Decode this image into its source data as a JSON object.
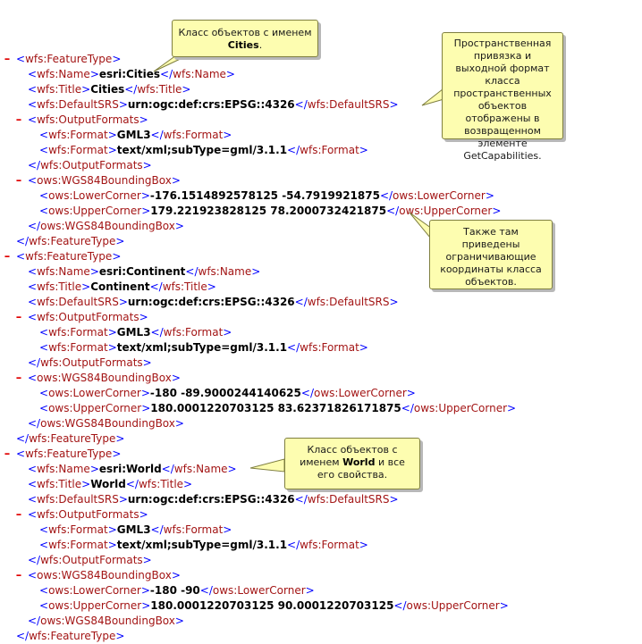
{
  "toggle_glyph": "–",
  "lines": [
    {
      "indent": 0,
      "toggle": true,
      "parts": [
        [
          "b",
          "<"
        ],
        [
          "t",
          "wfs:FeatureType"
        ],
        [
          "b",
          ">"
        ]
      ]
    },
    {
      "indent": 1,
      "toggle": false,
      "parts": [
        [
          "b",
          "<"
        ],
        [
          "t",
          "wfs:Name"
        ],
        [
          "b",
          ">"
        ],
        [
          "v",
          "esri:Cities"
        ],
        [
          "b",
          "</"
        ],
        [
          "t",
          "wfs:Name"
        ],
        [
          "b",
          ">"
        ]
      ]
    },
    {
      "indent": 1,
      "toggle": false,
      "parts": [
        [
          "b",
          "<"
        ],
        [
          "t",
          "wfs:Title"
        ],
        [
          "b",
          ">"
        ],
        [
          "v",
          "Cities"
        ],
        [
          "b",
          "</"
        ],
        [
          "t",
          "wfs:Title"
        ],
        [
          "b",
          ">"
        ]
      ]
    },
    {
      "indent": 1,
      "toggle": false,
      "parts": [
        [
          "b",
          "<"
        ],
        [
          "t",
          "wfs:DefaultSRS"
        ],
        [
          "b",
          ">"
        ],
        [
          "v",
          "urn:ogc:def:crs:EPSG::4326"
        ],
        [
          "b",
          "</"
        ],
        [
          "t",
          "wfs:DefaultSRS"
        ],
        [
          "b",
          ">"
        ]
      ]
    },
    {
      "indent": 1,
      "toggle": true,
      "parts": [
        [
          "b",
          "<"
        ],
        [
          "t",
          "wfs:OutputFormats"
        ],
        [
          "b",
          ">"
        ]
      ]
    },
    {
      "indent": 2,
      "toggle": false,
      "parts": [
        [
          "b",
          "<"
        ],
        [
          "t",
          "wfs:Format"
        ],
        [
          "b",
          ">"
        ],
        [
          "v",
          "GML3"
        ],
        [
          "b",
          "</"
        ],
        [
          "t",
          "wfs:Format"
        ],
        [
          "b",
          ">"
        ]
      ]
    },
    {
      "indent": 2,
      "toggle": false,
      "parts": [
        [
          "b",
          "<"
        ],
        [
          "t",
          "wfs:Format"
        ],
        [
          "b",
          ">"
        ],
        [
          "v",
          "text/xml;subType=gml/3.1.1"
        ],
        [
          "b",
          "</"
        ],
        [
          "t",
          "wfs:Format"
        ],
        [
          "b",
          ">"
        ]
      ]
    },
    {
      "indent": 1,
      "toggle": false,
      "parts": [
        [
          "b",
          "</"
        ],
        [
          "t",
          "wfs:OutputFormats"
        ],
        [
          "b",
          ">"
        ]
      ]
    },
    {
      "indent": 1,
      "toggle": true,
      "parts": [
        [
          "b",
          "<"
        ],
        [
          "t",
          "ows:WGS84BoundingBox"
        ],
        [
          "b",
          ">"
        ]
      ]
    },
    {
      "indent": 2,
      "toggle": false,
      "parts": [
        [
          "b",
          "<"
        ],
        [
          "t",
          "ows:LowerCorner"
        ],
        [
          "b",
          ">"
        ],
        [
          "v",
          "-176.1514892578125 -54.7919921875"
        ],
        [
          "b",
          "</"
        ],
        [
          "t",
          "ows:LowerCorner"
        ],
        [
          "b",
          ">"
        ]
      ]
    },
    {
      "indent": 2,
      "toggle": false,
      "parts": [
        [
          "b",
          "<"
        ],
        [
          "t",
          "ows:UpperCorner"
        ],
        [
          "b",
          ">"
        ],
        [
          "v",
          "179.221923828125 78.2000732421875"
        ],
        [
          "b",
          "</"
        ],
        [
          "t",
          "ows:UpperCorner"
        ],
        [
          "b",
          ">"
        ]
      ]
    },
    {
      "indent": 1,
      "toggle": false,
      "parts": [
        [
          "b",
          "</"
        ],
        [
          "t",
          "ows:WGS84BoundingBox"
        ],
        [
          "b",
          ">"
        ]
      ]
    },
    {
      "indent": 0,
      "toggle": false,
      "parts": [
        [
          "b",
          "</"
        ],
        [
          "t",
          "wfs:FeatureType"
        ],
        [
          "b",
          ">"
        ]
      ]
    },
    {
      "indent": 0,
      "toggle": true,
      "parts": [
        [
          "b",
          "<"
        ],
        [
          "t",
          "wfs:FeatureType"
        ],
        [
          "b",
          ">"
        ]
      ]
    },
    {
      "indent": 1,
      "toggle": false,
      "parts": [
        [
          "b",
          "<"
        ],
        [
          "t",
          "wfs:Name"
        ],
        [
          "b",
          ">"
        ],
        [
          "v",
          "esri:Continent"
        ],
        [
          "b",
          "</"
        ],
        [
          "t",
          "wfs:Name"
        ],
        [
          "b",
          ">"
        ]
      ]
    },
    {
      "indent": 1,
      "toggle": false,
      "parts": [
        [
          "b",
          "<"
        ],
        [
          "t",
          "wfs:Title"
        ],
        [
          "b",
          ">"
        ],
        [
          "v",
          "Continent"
        ],
        [
          "b",
          "</"
        ],
        [
          "t",
          "wfs:Title"
        ],
        [
          "b",
          ">"
        ]
      ]
    },
    {
      "indent": 1,
      "toggle": false,
      "parts": [
        [
          "b",
          "<"
        ],
        [
          "t",
          "wfs:DefaultSRS"
        ],
        [
          "b",
          ">"
        ],
        [
          "v",
          "urn:ogc:def:crs:EPSG::4326"
        ],
        [
          "b",
          "</"
        ],
        [
          "t",
          "wfs:DefaultSRS"
        ],
        [
          "b",
          ">"
        ]
      ]
    },
    {
      "indent": 1,
      "toggle": true,
      "parts": [
        [
          "b",
          "<"
        ],
        [
          "t",
          "wfs:OutputFormats"
        ],
        [
          "b",
          ">"
        ]
      ]
    },
    {
      "indent": 2,
      "toggle": false,
      "parts": [
        [
          "b",
          "<"
        ],
        [
          "t",
          "wfs:Format"
        ],
        [
          "b",
          ">"
        ],
        [
          "v",
          "GML3"
        ],
        [
          "b",
          "</"
        ],
        [
          "t",
          "wfs:Format"
        ],
        [
          "b",
          ">"
        ]
      ]
    },
    {
      "indent": 2,
      "toggle": false,
      "parts": [
        [
          "b",
          "<"
        ],
        [
          "t",
          "wfs:Format"
        ],
        [
          "b",
          ">"
        ],
        [
          "v",
          "text/xml;subType=gml/3.1.1"
        ],
        [
          "b",
          "</"
        ],
        [
          "t",
          "wfs:Format"
        ],
        [
          "b",
          ">"
        ]
      ]
    },
    {
      "indent": 1,
      "toggle": false,
      "parts": [
        [
          "b",
          "</"
        ],
        [
          "t",
          "wfs:OutputFormats"
        ],
        [
          "b",
          ">"
        ]
      ]
    },
    {
      "indent": 1,
      "toggle": true,
      "parts": [
        [
          "b",
          "<"
        ],
        [
          "t",
          "ows:WGS84BoundingBox"
        ],
        [
          "b",
          ">"
        ]
      ]
    },
    {
      "indent": 2,
      "toggle": false,
      "parts": [
        [
          "b",
          "<"
        ],
        [
          "t",
          "ows:LowerCorner"
        ],
        [
          "b",
          ">"
        ],
        [
          "v",
          "-180 -89.9000244140625"
        ],
        [
          "b",
          "</"
        ],
        [
          "t",
          "ows:LowerCorner"
        ],
        [
          "b",
          ">"
        ]
      ]
    },
    {
      "indent": 2,
      "toggle": false,
      "parts": [
        [
          "b",
          "<"
        ],
        [
          "t",
          "ows:UpperCorner"
        ],
        [
          "b",
          ">"
        ],
        [
          "v",
          "180.0001220703125 83.62371826171875"
        ],
        [
          "b",
          "</"
        ],
        [
          "t",
          "ows:UpperCorner"
        ],
        [
          "b",
          ">"
        ]
      ]
    },
    {
      "indent": 1,
      "toggle": false,
      "parts": [
        [
          "b",
          "</"
        ],
        [
          "t",
          "ows:WGS84BoundingBox"
        ],
        [
          "b",
          ">"
        ]
      ]
    },
    {
      "indent": 0,
      "toggle": false,
      "parts": [
        [
          "b",
          "</"
        ],
        [
          "t",
          "wfs:FeatureType"
        ],
        [
          "b",
          ">"
        ]
      ]
    },
    {
      "indent": 0,
      "toggle": true,
      "parts": [
        [
          "b",
          "<"
        ],
        [
          "t",
          "wfs:FeatureType"
        ],
        [
          "b",
          ">"
        ]
      ]
    },
    {
      "indent": 1,
      "toggle": false,
      "parts": [
        [
          "b",
          "<"
        ],
        [
          "t",
          "wfs:Name"
        ],
        [
          "b",
          ">"
        ],
        [
          "v",
          "esri:World"
        ],
        [
          "b",
          "</"
        ],
        [
          "t",
          "wfs:Name"
        ],
        [
          "b",
          ">"
        ]
      ]
    },
    {
      "indent": 1,
      "toggle": false,
      "parts": [
        [
          "b",
          "<"
        ],
        [
          "t",
          "wfs:Title"
        ],
        [
          "b",
          ">"
        ],
        [
          "v",
          "World"
        ],
        [
          "b",
          "</"
        ],
        [
          "t",
          "wfs:Title"
        ],
        [
          "b",
          ">"
        ]
      ]
    },
    {
      "indent": 1,
      "toggle": false,
      "parts": [
        [
          "b",
          "<"
        ],
        [
          "t",
          "wfs:DefaultSRS"
        ],
        [
          "b",
          ">"
        ],
        [
          "v",
          "urn:ogc:def:crs:EPSG::4326"
        ],
        [
          "b",
          "</"
        ],
        [
          "t",
          "wfs:DefaultSRS"
        ],
        [
          "b",
          ">"
        ]
      ]
    },
    {
      "indent": 1,
      "toggle": true,
      "parts": [
        [
          "b",
          "<"
        ],
        [
          "t",
          "wfs:OutputFormats"
        ],
        [
          "b",
          ">"
        ]
      ]
    },
    {
      "indent": 2,
      "toggle": false,
      "parts": [
        [
          "b",
          "<"
        ],
        [
          "t",
          "wfs:Format"
        ],
        [
          "b",
          ">"
        ],
        [
          "v",
          "GML3"
        ],
        [
          "b",
          "</"
        ],
        [
          "t",
          "wfs:Format"
        ],
        [
          "b",
          ">"
        ]
      ]
    },
    {
      "indent": 2,
      "toggle": false,
      "parts": [
        [
          "b",
          "<"
        ],
        [
          "t",
          "wfs:Format"
        ],
        [
          "b",
          ">"
        ],
        [
          "v",
          "text/xml;subType=gml/3.1.1"
        ],
        [
          "b",
          "</"
        ],
        [
          "t",
          "wfs:Format"
        ],
        [
          "b",
          ">"
        ]
      ]
    },
    {
      "indent": 1,
      "toggle": false,
      "parts": [
        [
          "b",
          "</"
        ],
        [
          "t",
          "wfs:OutputFormats"
        ],
        [
          "b",
          ">"
        ]
      ]
    },
    {
      "indent": 1,
      "toggle": true,
      "parts": [
        [
          "b",
          "<"
        ],
        [
          "t",
          "ows:WGS84BoundingBox"
        ],
        [
          "b",
          ">"
        ]
      ]
    },
    {
      "indent": 2,
      "toggle": false,
      "parts": [
        [
          "b",
          "<"
        ],
        [
          "t",
          "ows:LowerCorner"
        ],
        [
          "b",
          ">"
        ],
        [
          "v",
          "-180 -90"
        ],
        [
          "b",
          "</"
        ],
        [
          "t",
          "ows:LowerCorner"
        ],
        [
          "b",
          ">"
        ]
      ]
    },
    {
      "indent": 2,
      "toggle": false,
      "parts": [
        [
          "b",
          "<"
        ],
        [
          "t",
          "ows:UpperCorner"
        ],
        [
          "b",
          ">"
        ],
        [
          "v",
          "180.0001220703125 90.0001220703125"
        ],
        [
          "b",
          "</"
        ],
        [
          "t",
          "ows:UpperCorner"
        ],
        [
          "b",
          ">"
        ]
      ]
    },
    {
      "indent": 1,
      "toggle": false,
      "parts": [
        [
          "b",
          "</"
        ],
        [
          "t",
          "ows:WGS84BoundingBox"
        ],
        [
          "b",
          ">"
        ]
      ]
    },
    {
      "indent": 0,
      "toggle": false,
      "parts": [
        [
          "b",
          "</"
        ],
        [
          "t",
          "wfs:FeatureType"
        ],
        [
          "b",
          ">"
        ]
      ]
    }
  ],
  "callouts": {
    "cities": {
      "pre": "Класс объектов с именем ",
      "bold": "Cities",
      "post": "."
    },
    "srs": {
      "text": "Пространственная привязка и выходной формат класса пространственных объектов отображены в возвращенном элементе GetCapabilities."
    },
    "bbox": {
      "text": "Также там приведены ограничивающие координаты класса объектов."
    },
    "world": {
      "pre": "Класс объектов с именем ",
      "bold": "World",
      "post": " и все его свойства."
    }
  },
  "colors": {
    "tag": "#a31515",
    "bracket": "#0000ff",
    "value": "#000000",
    "toggle": "#e00000",
    "callout_bg": "#fdfdb0"
  }
}
